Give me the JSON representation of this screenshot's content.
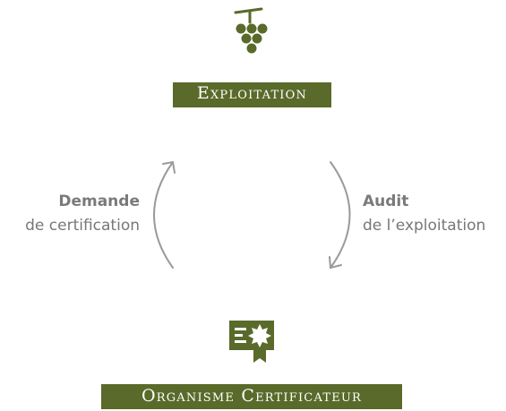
{
  "nodes": {
    "top": {
      "label": "Exploitation",
      "icon": "grape-cluster-icon"
    },
    "bottom": {
      "label": "Organisme Certificateur",
      "icon": "certificate-badge-icon"
    }
  },
  "edges": {
    "left": {
      "title": "Demande",
      "subtitle": "de certification",
      "direction": "bottom-to-top"
    },
    "right": {
      "title": "Audit",
      "subtitle": "de l’exploitation",
      "direction": "top-to-bottom"
    }
  },
  "colors": {
    "accent": "#5a6a2a",
    "arrow": "#9a9a9a",
    "text": "#777777"
  }
}
